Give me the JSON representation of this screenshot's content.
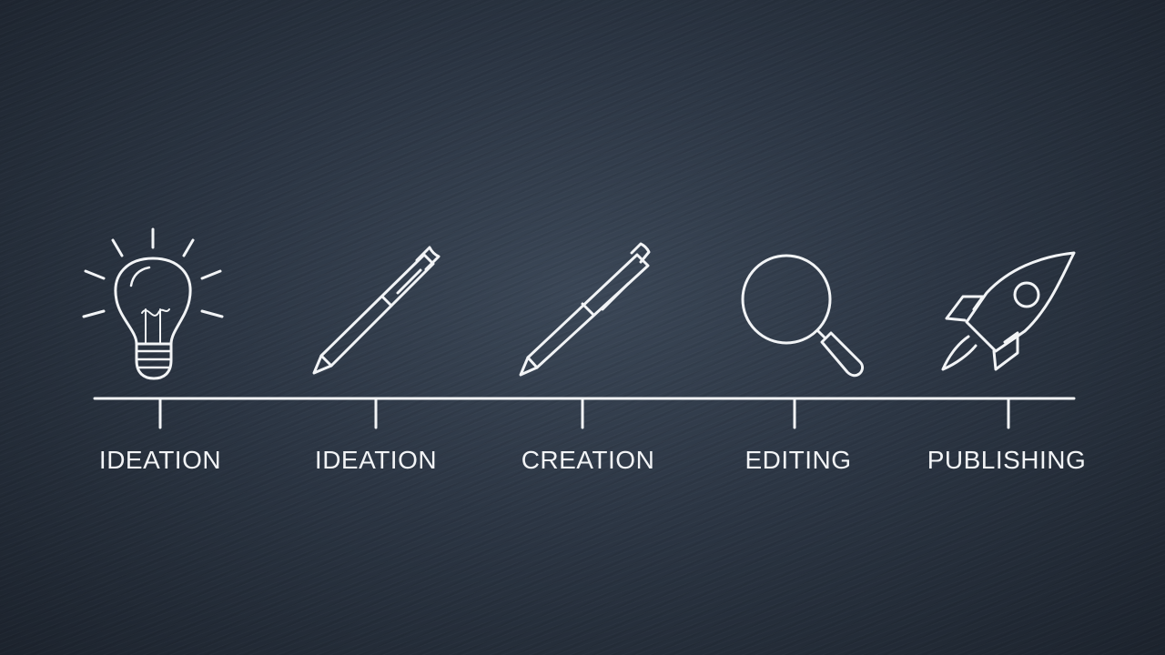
{
  "timeline": {
    "stages": [
      {
        "label": "IDEATION",
        "icon": "lightbulb-icon"
      },
      {
        "label": "IDEATION",
        "icon": "pen-icon"
      },
      {
        "label": "CREATION",
        "icon": "pen-icon"
      },
      {
        "label": "EDITING",
        "icon": "magnifying-glass-icon"
      },
      {
        "label": "PUBLISHING",
        "icon": "rocket-icon"
      }
    ]
  },
  "colors": {
    "line": "#f2f4f6",
    "background": "#2c3644"
  }
}
